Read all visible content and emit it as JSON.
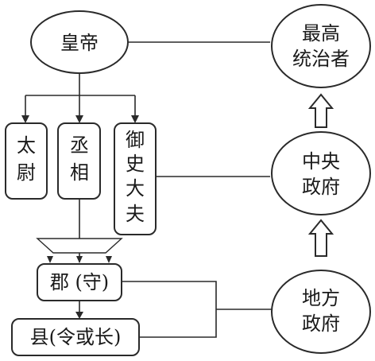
{
  "nodes": {
    "emperor": "皇帝",
    "supreme_ruler": [
      "最高",
      "统治者"
    ],
    "taiwei": [
      "太",
      "尉"
    ],
    "chengxiang": [
      "丞",
      "相"
    ],
    "yushi_dafu": [
      "御",
      "史",
      "大",
      "夫"
    ],
    "central_gov": [
      "中央",
      "政府"
    ],
    "commandery": "郡 (守)",
    "county": "县(令或长)",
    "local_gov": [
      "地方",
      "政府"
    ]
  }
}
